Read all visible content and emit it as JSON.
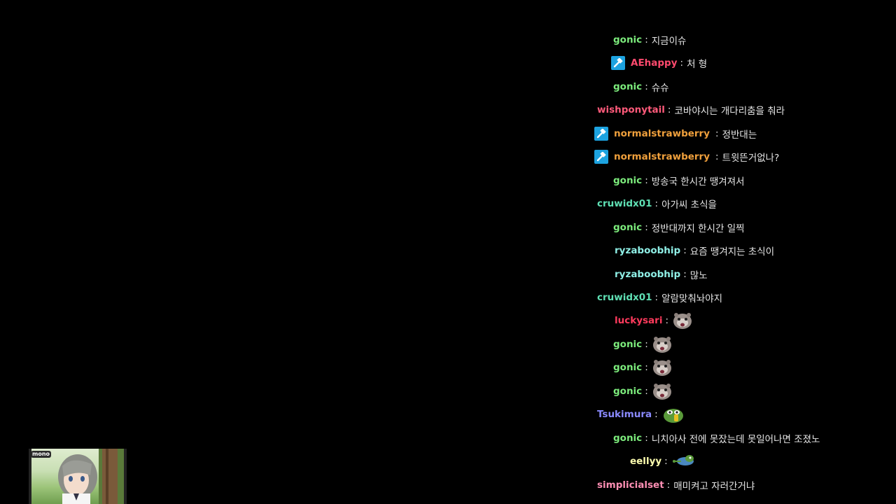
{
  "chat": {
    "separator": ":",
    "messages": [
      {
        "user": "gonic",
        "color": "#7CEB7C",
        "text": "지금이슈",
        "badge": null,
        "emote": null
      },
      {
        "user": "AEhappy",
        "color": "#FF4A6E",
        "text": "처 형",
        "badge": "hammer-badge",
        "emote": null
      },
      {
        "user": "gonic",
        "color": "#7CEB7C",
        "text": "슈슈",
        "badge": null,
        "emote": null
      },
      {
        "user": "wishponytail",
        "color": "#FF5A7A",
        "text": "코바야시는 개다리춤을 춰라",
        "badge": null,
        "emote": null
      },
      {
        "user": "normalstrawberry",
        "color": "#F0A03C",
        "text": "정반대는",
        "badge": "hammer-badge",
        "emote": null
      },
      {
        "user": "normalstrawberry",
        "color": "#F0A03C",
        "text": "트윗뜬거없나?",
        "badge": "hammer-badge",
        "emote": null
      },
      {
        "user": "gonic",
        "color": "#7CEB7C",
        "text": "방송국 한시간 땡겨져서",
        "badge": null,
        "emote": null
      },
      {
        "user": "cruwidx01",
        "color": "#5FE0B4",
        "text": "아가씨 초식을",
        "badge": null,
        "emote": null
      },
      {
        "user": "gonic",
        "color": "#7CEB7C",
        "text": "정반대까지 한시간 일찍",
        "badge": null,
        "emote": null
      },
      {
        "user": "ryzaboobhip",
        "color": "#8FEFE6",
        "text": "요즘 땡겨지는 초식이",
        "badge": null,
        "emote": null
      },
      {
        "user": "ryzaboobhip",
        "color": "#8FEFE6",
        "text": "많노",
        "badge": null,
        "emote": null
      },
      {
        "user": "cruwidx01",
        "color": "#5FE0B4",
        "text": "알람맞춰놔야지",
        "badge": null,
        "emote": null
      },
      {
        "user": "luckysari",
        "color": "#FF3A5C",
        "text": "",
        "badge": null,
        "emote": "hamster-emote"
      },
      {
        "user": "gonic",
        "color": "#7CEB7C",
        "text": "",
        "badge": null,
        "emote": "hamster-emote"
      },
      {
        "user": "gonic",
        "color": "#7CEB7C",
        "text": "",
        "badge": null,
        "emote": "hamster-emote"
      },
      {
        "user": "gonic",
        "color": "#7CEB7C",
        "text": "",
        "badge": null,
        "emote": "hamster-emote"
      },
      {
        "user": "Tsukimura",
        "color": "#8A8AFF",
        "text": "",
        "badge": null,
        "emote": "pepe-emote"
      },
      {
        "user": "gonic",
        "color": "#7CEB7C",
        "text": "니치아사 전에 못잤는데 못일어나면 조졌노",
        "badge": null,
        "emote": null
      },
      {
        "user": "eellyy",
        "color": "#FFFFB0",
        "text": "",
        "badge": null,
        "emote": "pepe-lying-emote"
      },
      {
        "user": "simplicialset",
        "color": "#FF8FB4",
        "text": "매미켜고 자러간거냐",
        "badge": null,
        "emote": null
      }
    ]
  },
  "webcam": {
    "logo": "mono"
  }
}
